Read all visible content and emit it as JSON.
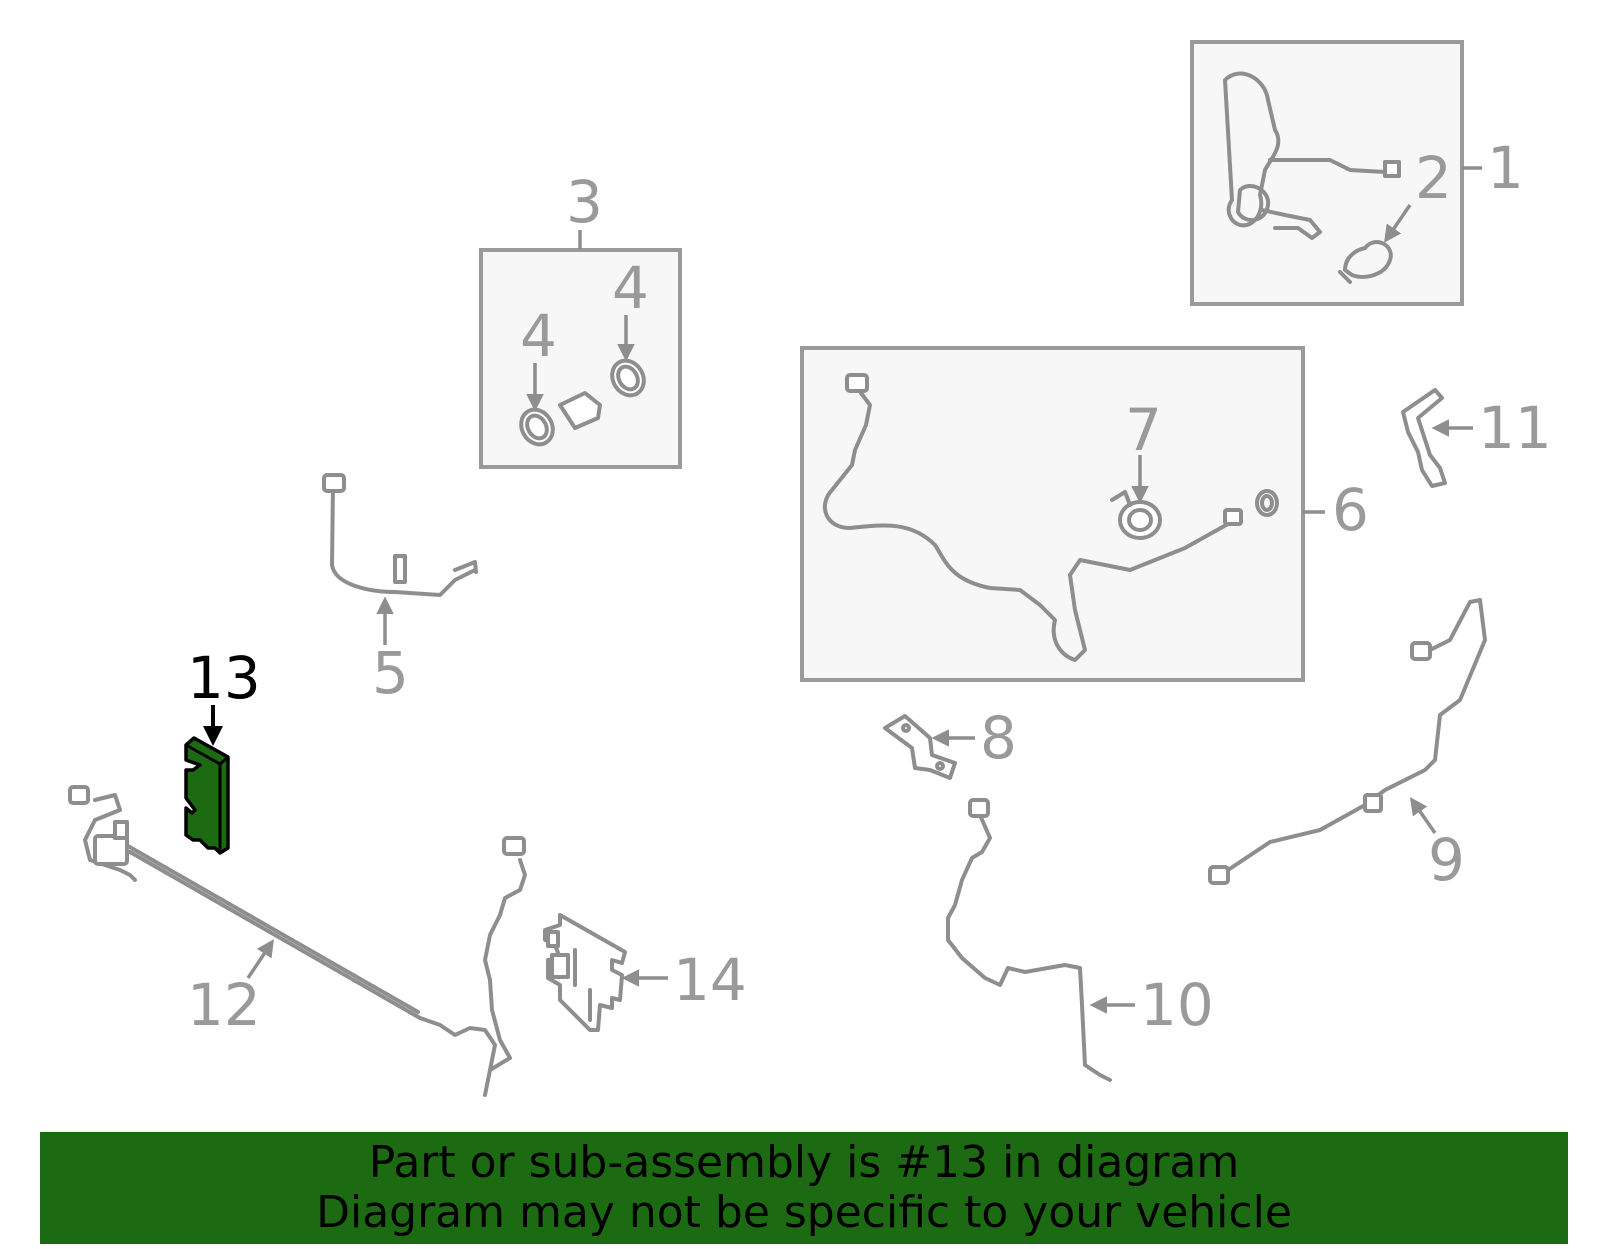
{
  "callouts": {
    "c1": "1",
    "c2": "2",
    "c3": "3",
    "c4a": "4",
    "c4b": "4",
    "c5": "5",
    "c6": "6",
    "c7": "7",
    "c8": "8",
    "c9": "9",
    "c10": "10",
    "c11": "11",
    "c12": "12",
    "c13": "13",
    "c14": "14"
  },
  "highlight": {
    "part": "13",
    "color": "#1c6b12"
  },
  "banner": {
    "line1": "Part or sub-assembly is #13 in diagram",
    "line2": "Diagram may not be specific to your vehicle"
  }
}
